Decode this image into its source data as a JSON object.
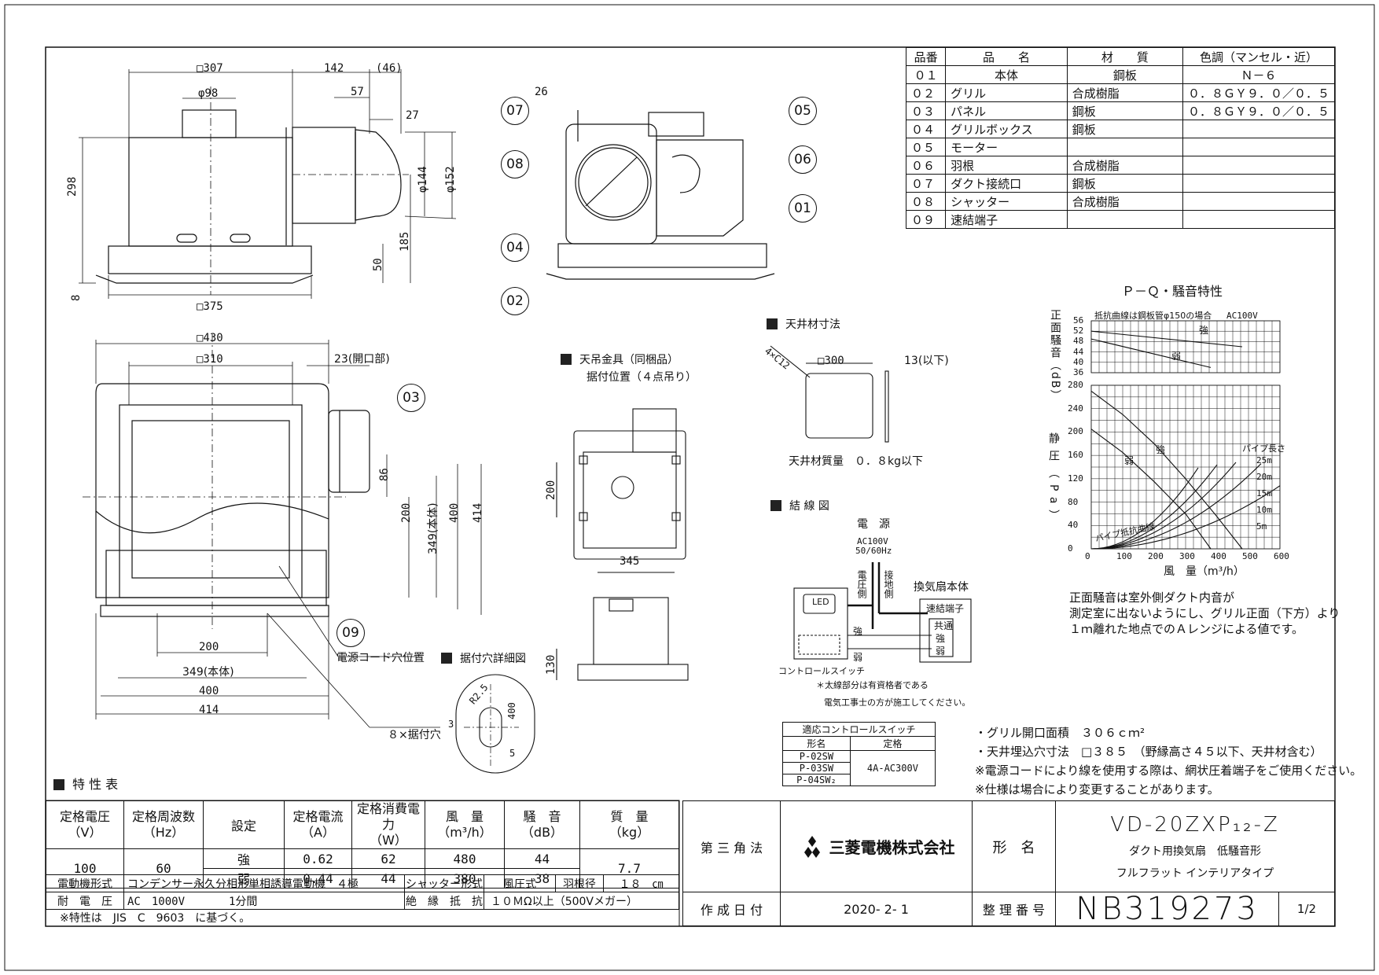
{
  "parts_table": {
    "headers": [
      "品番",
      "品　　名",
      "材　　質",
      "色調（マンセル・近）"
    ],
    "rows": [
      [
        "０１",
        "本体",
        "鋼板",
        "Ｎ－６"
      ],
      [
        "０２",
        "グリル",
        "合成樹脂",
        "０．８ＧＹ９．０／０．５"
      ],
      [
        "０３",
        "パネル",
        "鋼板",
        "０．８ＧＹ９．０／０．５"
      ],
      [
        "０４",
        "グリルボックス",
        "鋼板",
        ""
      ],
      [
        "０５",
        "モーター",
        "",
        ""
      ],
      [
        "０６",
        "羽根",
        "合成樹脂",
        ""
      ],
      [
        "０７",
        "ダクト接続口",
        "鋼板",
        ""
      ],
      [
        "０８",
        "シャッター",
        "合成樹脂",
        ""
      ],
      [
        "０９",
        "速結端子",
        "",
        ""
      ]
    ]
  },
  "side_view": {
    "dims": [
      "□307",
      "142",
      "(46)",
      "φ98",
      "57",
      "27",
      "298",
      "φ144",
      "φ152",
      "185",
      "50",
      "8",
      "□375"
    ]
  },
  "section_view": {
    "bubbles": [
      "07",
      "08",
      "05",
      "06",
      "01",
      "04",
      "02"
    ],
    "dims": [
      "26"
    ]
  },
  "front_view": {
    "dims": [
      "□430",
      "□310",
      "23(開口部)",
      "86",
      "200",
      "349(本体)",
      "400",
      "414",
      "200",
      "349(本体)",
      "400",
      "414"
    ],
    "bubbles": [
      "03",
      "09"
    ],
    "labels": {
      "cord_hole": "電源コード穴位置",
      "mount_holes": "８×据付穴"
    }
  },
  "mount_detail": {
    "title": "据付穴詳細図",
    "dims": [
      "R2.5",
      "3",
      "400",
      "5"
    ]
  },
  "hanger": {
    "title": "天吊金具（同梱品）",
    "subtitle": "据付位置（４点吊り）",
    "dims": [
      "200",
      "345",
      "130"
    ]
  },
  "ceiling": {
    "title": "天井材寸法",
    "dims": [
      "4×C12",
      "□300",
      "13(以下)"
    ],
    "mass": "天井材質量　０．８kg以下"
  },
  "wiring": {
    "title": "結 線 図",
    "power": "電　源",
    "ac": "AC100V",
    "freq": "50/60Hz",
    "volt_side": "電圧側",
    "ground_side": "接地側",
    "fan_body": "換気扇本体",
    "terminal": "速結端子",
    "common": "共通",
    "strong": "強",
    "weak": "弱",
    "led": "LED",
    "switch": "コントロールスイッチ",
    "note1": "＊太線部分は有資格者である",
    "note2": "電気工事士の方が施工してください。"
  },
  "switch_table": {
    "title": "適応コントロールスイッチ",
    "headers": [
      "形名",
      "定格"
    ],
    "models": [
      "P-02SW",
      "P-03SW",
      "P-04SW₂"
    ],
    "rating": "4A-AC300V"
  },
  "chart_data": {
    "type": "line",
    "title": "Ｐ－Ｑ・騒音特性",
    "noise": {
      "ylabel": "正面騒音（dB）",
      "yticks": [
        "56",
        "52",
        "48",
        "44",
        "40",
        "36"
      ],
      "annotation": "抵抗曲線は鋼板管φ150の場合",
      "supply": "AC100V",
      "series": [
        {
          "name": "強",
          "x": [
            0,
            480
          ],
          "y": [
            52,
            46
          ]
        },
        {
          "name": "弱",
          "x": [
            0,
            380
          ],
          "y": [
            49,
            38
          ]
        }
      ]
    },
    "pq": {
      "ylabel": "静圧（Pa）",
      "xlabel": "風　量（m³/h）",
      "xticks": [
        "0",
        "100",
        "200",
        "300",
        "400",
        "500",
        "600"
      ],
      "yticks": [
        "280",
        "240",
        "200",
        "160",
        "120",
        "80",
        "40",
        "0"
      ],
      "xlim": [
        0,
        600
      ],
      "ylim": [
        0,
        280
      ],
      "series": [
        {
          "name": "強",
          "x": [
            0,
            100,
            200,
            300,
            400,
            480
          ],
          "y": [
            270,
            230,
            180,
            120,
            55,
            0
          ]
        },
        {
          "name": "弱",
          "x": [
            0,
            100,
            200,
            300,
            380
          ],
          "y": [
            205,
            165,
            115,
            60,
            0
          ]
        }
      ],
      "pipe_title": "パイプ長さ",
      "pipe_labels": [
        "25m",
        "20m",
        "15m",
        "10m",
        "5m"
      ],
      "pipe_curve_label": "パイプ抵抗曲線"
    }
  },
  "notes": {
    "chart_note": [
      "正面騒音は室外側ダクト内音が",
      "測定室に出ないようにし、グリル正面（下方）より",
      "１ｍ離れた地点でのＡレンジによる値です。"
    ],
    "specs": [
      "・グリル開口面積　３０６ｃｍ²",
      "・天井埋込穴寸法　□３８５　（野縁高さ４５以下、天井材含む）",
      "※電源コードにより線を使用する際は、網状圧着端子をご使用ください。",
      "※仕様は場合により変更することがあります。"
    ]
  },
  "characteristics": {
    "title": "特 性 表",
    "headers": [
      "定格電圧\n（V）",
      "定格周波数\n（Hz）",
      "設定",
      "定格電流\n（A）",
      "定格消費電力\n（W）",
      "風　量\n（m³/h）",
      "騒　音\n（dB）",
      "質　量\n（kg）"
    ],
    "voltage": "100",
    "frequency": "60",
    "mass": "7.7",
    "rows": [
      {
        "setting": "強",
        "current": "0.62",
        "power": "62",
        "flow": "480",
        "noise": "44"
      },
      {
        "setting": "弱",
        "current": "0.44",
        "power": "44",
        "flow": "380",
        "noise": "38"
      }
    ],
    "motor_label": "電動機形式",
    "motor": "コンデンサー永久分相形単相誘導電動機　４極",
    "shutter_label": "シャッター形式",
    "shutter": "風圧式",
    "blade_label": "羽根径",
    "blade": "１８　㎝",
    "withstand_label": "耐　電　圧",
    "withstand": "AC　1000V　　　　1分間",
    "insulation_label": "絶　縁　抵　抗",
    "insulation": "１０ＭΩ以上（500Vメガー）",
    "footnote": "※特性は　JIS　C　9603　に基づく。"
  },
  "title_block": {
    "projection": "第 三 角 法",
    "company": "三菱電機株式会社",
    "model_label": "形　名",
    "model": "VD-20ZXP₁₂-Z",
    "desc1": "ダクト用換気扇　低騒音形",
    "desc2": "フルフラット インテリアタイプ",
    "date_label": "作 成 日 付",
    "date": "2020- 2- 1",
    "number_label": "整 理 番 号",
    "number": "NB319273",
    "page": "1/2"
  }
}
